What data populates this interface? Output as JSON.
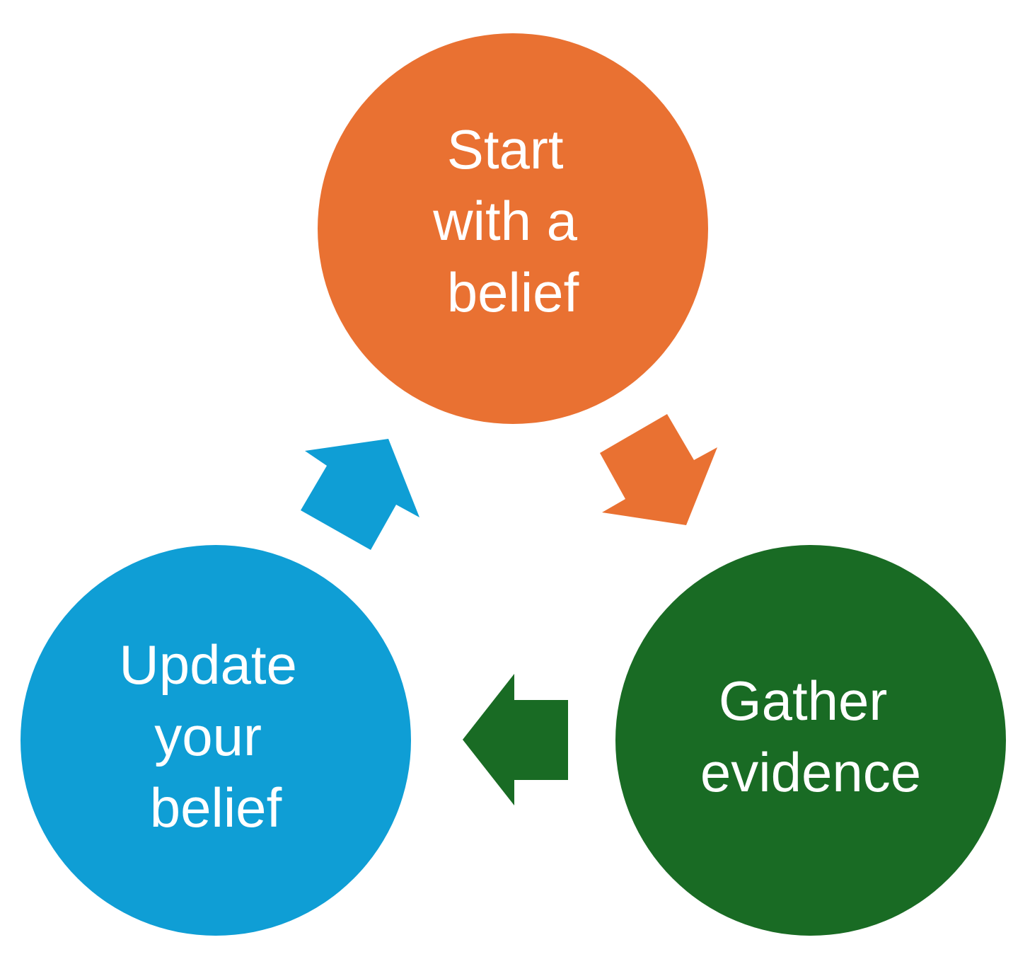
{
  "nodes": {
    "start": {
      "line1": "Start",
      "line2": "with a",
      "line3": "belief",
      "color": "#E97132"
    },
    "gather": {
      "line1": "Gather",
      "line2": "evidence",
      "color": "#196B24"
    },
    "update": {
      "line1": "Update",
      "line2": "your",
      "line3": "belief",
      "color": "#0F9ED5"
    }
  },
  "arrows": {
    "start_to_gather": {
      "color": "#E97132"
    },
    "gather_to_update": {
      "color": "#196B24"
    },
    "update_to_start": {
      "color": "#0F9ED5"
    }
  }
}
